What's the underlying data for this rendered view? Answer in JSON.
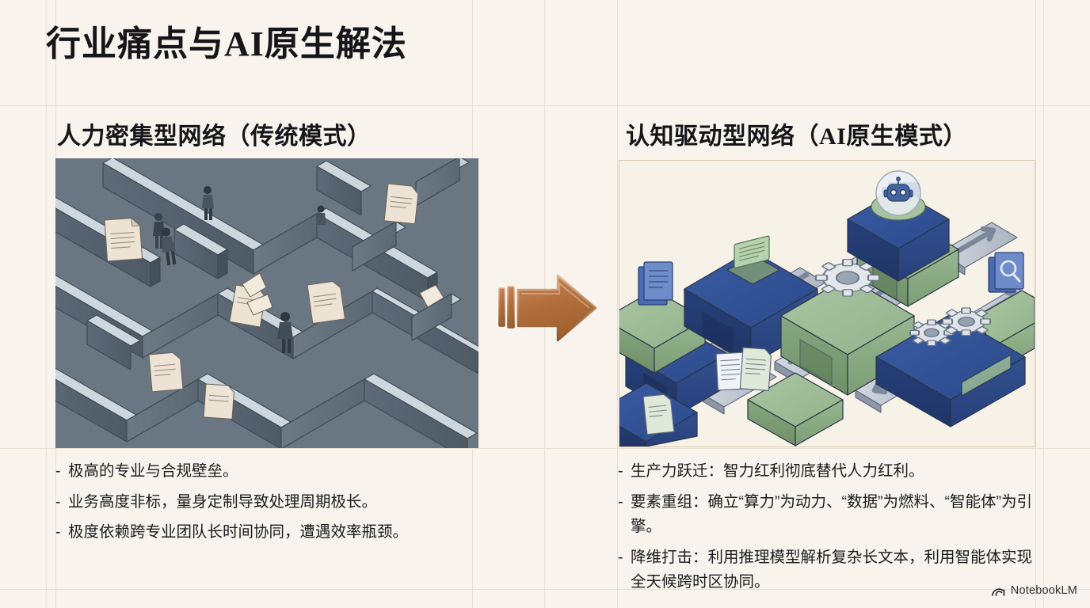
{
  "slide": {
    "title": "行业痛点与AI原生解法",
    "background_color": "#f8f4ed",
    "grid_color": "#e6e0d4"
  },
  "columns": {
    "left": {
      "heading": "人力密集型网络（传统模式）",
      "illustration": {
        "name": "isometric-maze-illustration",
        "description": "灰蓝色等距迷宫，内有多位人物与散落文件",
        "base_color": "#7d8894",
        "wall_color": "#5e6b78",
        "paper_color": "#ece3d4"
      },
      "bullets": [
        {
          "marker": "-",
          "text": "极高的专业与合规壁垒。"
        },
        {
          "marker": "-",
          "text": "业务高度非标，量身定制导致处理周期极长。"
        },
        {
          "marker": "-",
          "text": "极度依赖跨专业团队长时间协同，遭遇效率瓶颈。"
        }
      ]
    },
    "right": {
      "heading": "认知驱动型网络（AI原生模式）",
      "illustration": {
        "name": "isometric-ai-pipeline-illustration",
        "description": "蓝绿色等距模块流水线，含文档、齿轮、AI机器人与传送箭头",
        "blue_color": "#2f4f93",
        "green_color": "#9cbb95",
        "arrow_color": "#9aa5b6",
        "panel_bg": "#f6f2e8",
        "panel_border": "#d8c9b4"
      },
      "bullets": [
        {
          "marker": "-",
          "text": "生产力跃迁：智力红利彻底替代人力红利。"
        },
        {
          "marker": "-",
          "text": "要素重组：确立“算力”为动力、“数据”为燃料、“智能体”为引擎。"
        },
        {
          "marker": "-",
          "text": "降维打击：利用推理模型解析复杂长文本，利用智能体实现全天候跨时区协同。"
        }
      ]
    }
  },
  "center_arrow": {
    "name": "transition-arrow",
    "direction": "right",
    "color": "#b2703f"
  },
  "watermark": {
    "label": "NotebookLM",
    "icon": "notebooklm-logo-icon"
  }
}
